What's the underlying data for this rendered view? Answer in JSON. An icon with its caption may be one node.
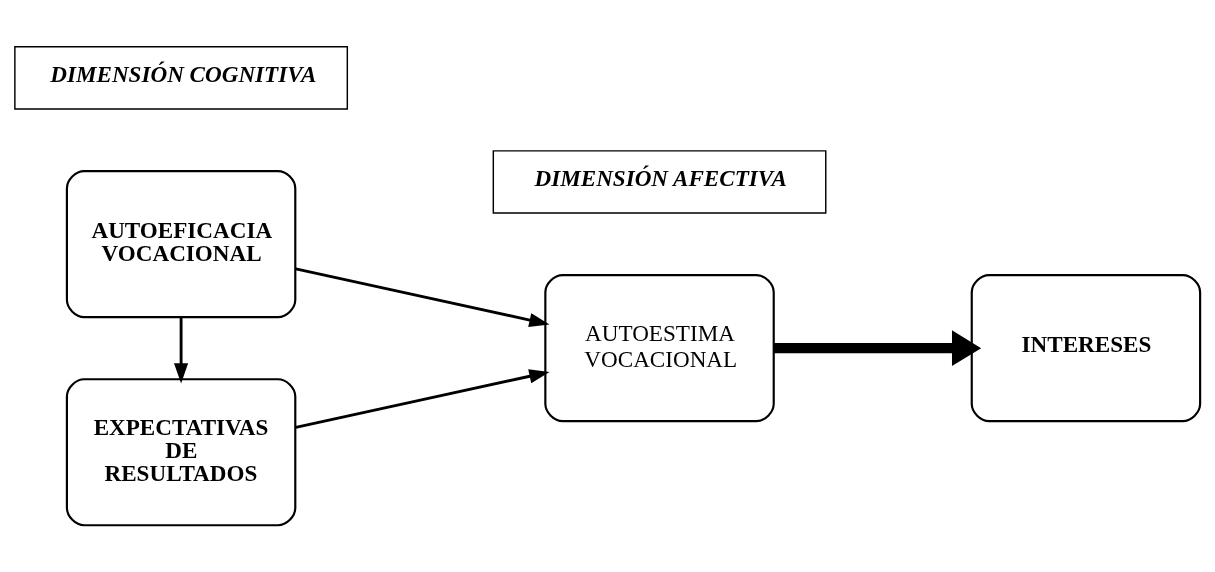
{
  "diagram": {
    "nodes": [
      {
        "text": [
          "DIMENSIÓN COGNITIVA"
        ]
      },
      {
        "text": [
          "DIMENSIÓN AFECTIVA"
        ]
      },
      {
        "text": [
          "AUTOEFICACIA VOCACIONAL"
        ]
      },
      {
        "text": [
          "EXPECTATIVAS DE RESULTADOS"
        ]
      },
      {
        "text": [
          "AUTOESTIMA VOCACIONAL"
        ]
      },
      {
        "text": [
          "INTERESES"
        ]
      }
    ],
    "edges": [
      {
        "from": 2,
        "to": 3,
        "arrow": "to"
      },
      {
        "from": 2,
        "to": 4,
        "arrow": "to"
      },
      {
        "from": 3,
        "to": 4,
        "arrow": "to"
      },
      {
        "from": 4,
        "to": 5,
        "arrow": "to",
        "style": "thick"
      }
    ]
  }
}
